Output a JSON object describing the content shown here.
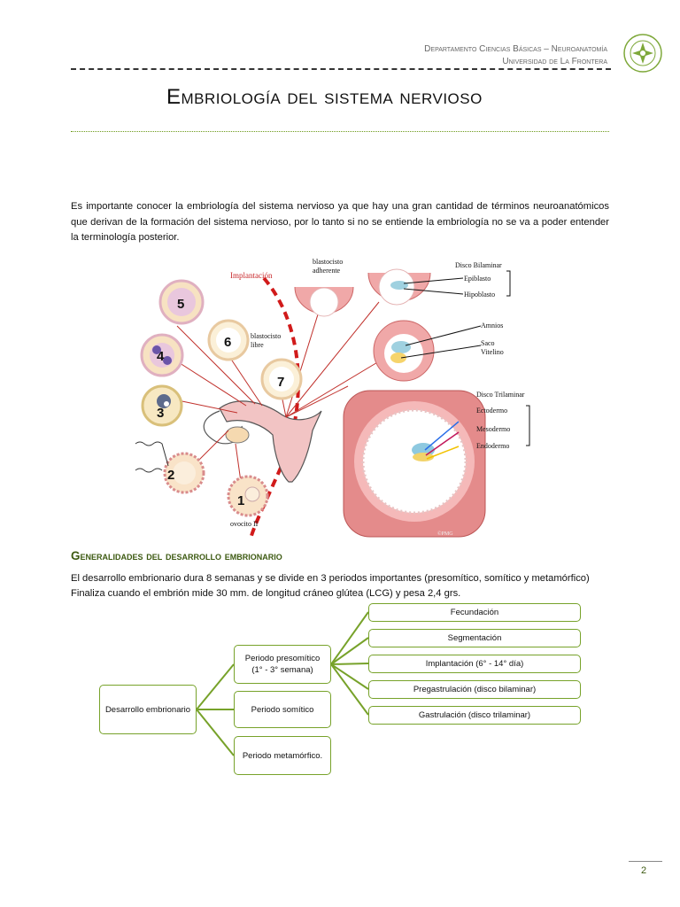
{
  "header": {
    "department": "Departamento Ciencias Básicas – Neuroanatomía",
    "university": "Universidad de La Frontera"
  },
  "title": "Embriología del sistema nervioso",
  "intro": "Es importante conocer la embriología del sistema nervioso ya que hay una gran cantidad de términos neuroanatómicos que derivan de la formación del sistema nervioso, por lo tanto si no se entiende la embriología no se va a poder entender la terminología posterior.",
  "figure": {
    "labels": {
      "implantacion": "Implantación",
      "blastocisto_adherente_1": "blastocisto",
      "blastocisto_adherente_2": "adherente",
      "blastocisto_libre_1": "blastocisto",
      "blastocisto_libre_2": "libre",
      "ovocito": "ovocito II",
      "disco_bilaminar": "Disco Bilaminar",
      "epiblasto": "Epiblasto",
      "hipoblasto": "Hipoblasto",
      "amnios": "Amnios",
      "saco_vitelino_1": "Saco",
      "saco_vitelino_2": "Vitelino",
      "disco_trilaminar": "Disco Trilaminar",
      "ectodermo": "Ectodermo",
      "mesodermo": "Mesodermo",
      "endodermo": "Endodermo",
      "signature": "©PMG"
    },
    "stages": [
      "1",
      "2",
      "3",
      "4",
      "5",
      "6",
      "7"
    ]
  },
  "section": {
    "heading": "Generalidades del desarrollo embrionario",
    "line1": "El desarrollo embrionario dura 8 semanas y se divide en 3 periodos importantes (presomítico, somítico y metamórfico)",
    "line2": "Finaliza cuando el embrión mide 30 mm. de longitud cráneo glútea (LCG) y pesa 2,4 grs."
  },
  "tree": {
    "root": "Desarrollo embrionario",
    "periods": [
      {
        "line1": "Periodo presomítico",
        "line2": "(1° - 3° semana)"
      },
      {
        "line1": "Periodo somítico",
        "line2": ""
      },
      {
        "line1": "Periodo metamórfico.",
        "line2": ""
      }
    ],
    "events": [
      "Fecundación",
      "Segmentación",
      "Implantación (6° - 14° día)",
      "Pregastrulación (disco bilaminar)",
      "Gastrulación (disco trilaminar)"
    ]
  },
  "page_number": "2",
  "colors": {
    "accent": "#77a22a",
    "heading": "#3d5a12",
    "implant_line": "#d11a1a"
  }
}
